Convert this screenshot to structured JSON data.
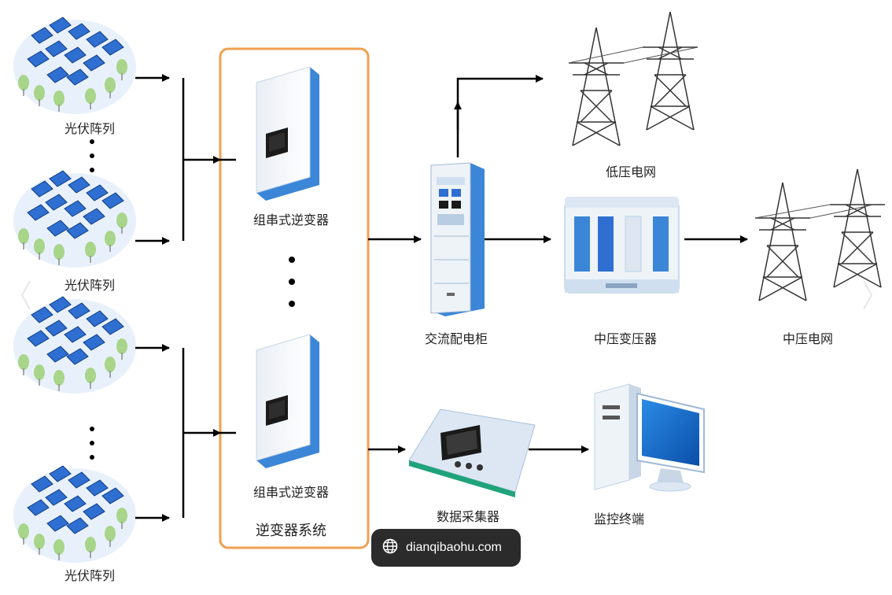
{
  "labels": {
    "pv_array": "光伏阵列",
    "string_inverter": "组串式逆变器",
    "inverter_system": "逆变器系统",
    "ac_cabinet": "交流配电柜",
    "low_voltage_grid": "低压电网",
    "mv_transformer": "中压变压器",
    "mv_grid": "中压电网",
    "data_collector": "数据采集器",
    "monitoring_terminal": "监控终端"
  },
  "watermark": {
    "text": "dianqibaohu.com",
    "icon": "globe-icon"
  },
  "colors": {
    "system_border": "#f0a050",
    "panel_blue": "#2f6fd1",
    "equipment_blue": "#3b86d6",
    "tree_green": "#a8d58a",
    "arrow": "#000000"
  }
}
